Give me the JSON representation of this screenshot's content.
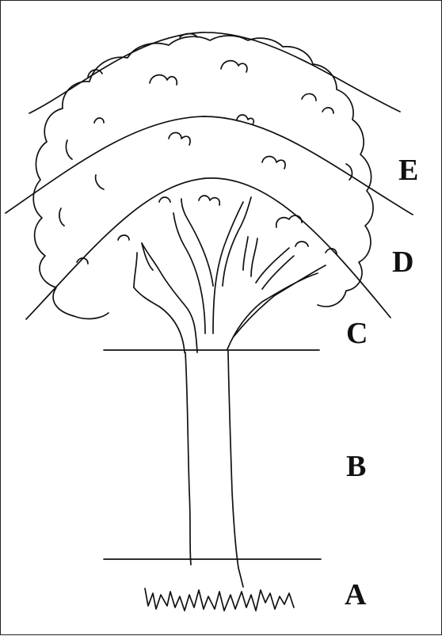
{
  "zones": [
    {
      "id": "A",
      "label": "A"
    },
    {
      "id": "B",
      "label": "B"
    },
    {
      "id": "C",
      "label": "C"
    },
    {
      "id": "D",
      "label": "D"
    },
    {
      "id": "E",
      "label": "E"
    }
  ],
  "colors": {
    "ink": "#111111",
    "background": "#ffffff"
  }
}
